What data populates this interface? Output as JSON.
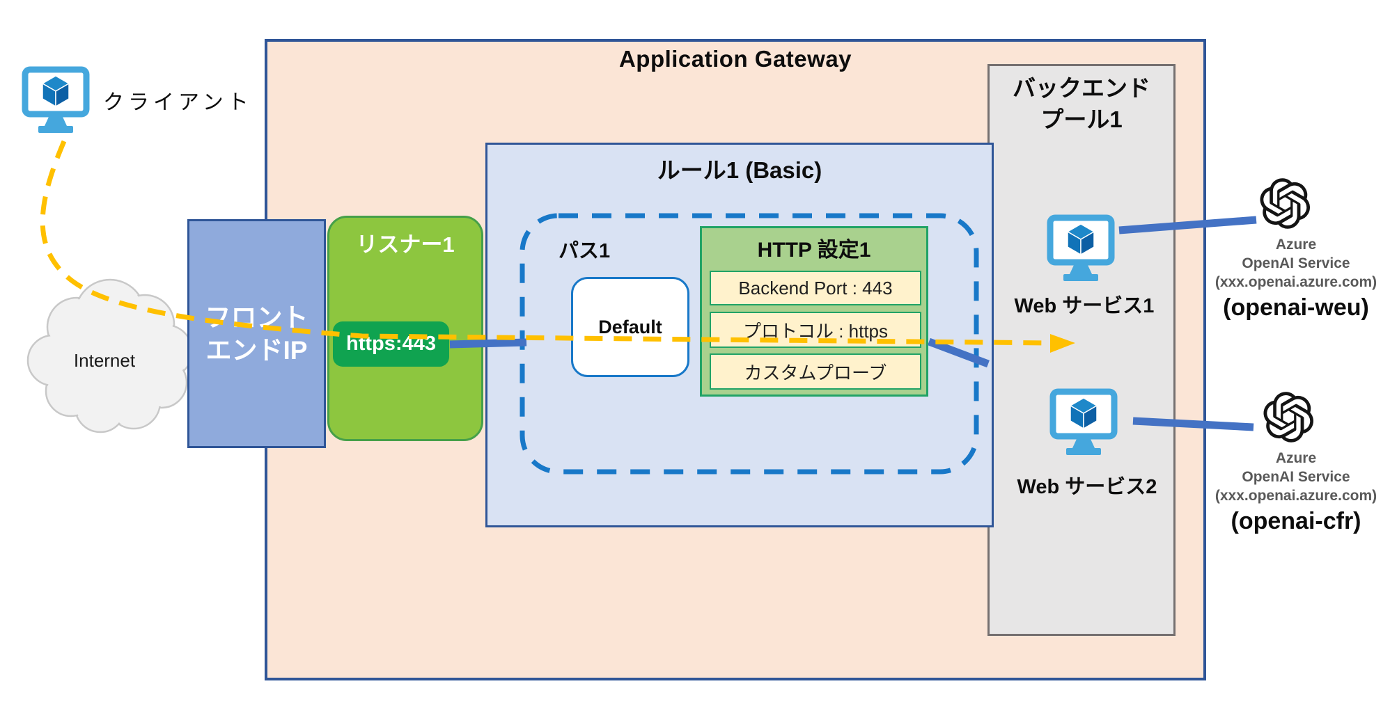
{
  "palette": {
    "gateway_fill": "#FBE5D6",
    "gateway_border": "#2F5597",
    "rule_fill": "#D9E2F3",
    "frontend_fill": "#8FAADC",
    "listener_fill": "#8DC63F",
    "listener_border": "#46A049",
    "badge_fill": "#10A350",
    "http_fill": "#A9D18E",
    "http_border": "#21A366",
    "row_fill": "#FFF2CC",
    "pool_fill": "#E7E6E6",
    "pool_border": "#757070",
    "flow_yellow": "#FFC000",
    "connector_blue": "#4472C4",
    "dashed_blue": "#1878C8",
    "icon_blue": "#45A7DD",
    "cube_blue": "#1173B8"
  },
  "client": {
    "label": "クライアント"
  },
  "internet": {
    "label": "Internet"
  },
  "gateway": {
    "title": "Application Gateway"
  },
  "frontend_ip": {
    "line1": "フロント",
    "line2": "エンドIP"
  },
  "listener": {
    "title": "リスナー1",
    "badge": "https:443"
  },
  "rule": {
    "title": "ルール1 (Basic)",
    "path_label": "パス1",
    "default_label": "Default",
    "http_settings": {
      "title": "HTTP 設定1",
      "rows": [
        "Backend Port : 443",
        "プロトコル : https",
        "カスタムプローブ"
      ]
    }
  },
  "backend_pool": {
    "title_line1": "バックエンド",
    "title_line2": "プール1",
    "service1": "Web サービス1",
    "service2": "Web サービス2"
  },
  "openai_services": [
    {
      "line1": "Azure",
      "line2": "OpenAI Service",
      "line3": "(xxx.openai.azure.com)",
      "name": "(openai-weu)"
    },
    {
      "line1": "Azure",
      "line2": "OpenAI Service",
      "line3": "(xxx.openai.azure.com)",
      "name": "(openai-cfr)"
    }
  ]
}
